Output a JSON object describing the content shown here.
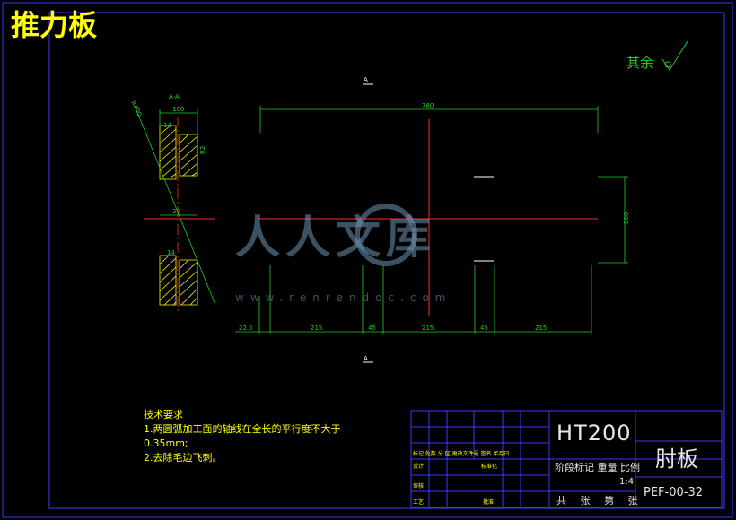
{
  "title": "推力板",
  "roughness_note": "其余",
  "section_label": "A-A",
  "section_letter_top": "A",
  "section_letter_bottom": "A",
  "dims": {
    "section_width": "100",
    "section_side": "14",
    "section_mid": "20",
    "section_bottom": "14",
    "section_diag": "R400",
    "section_right": "R2",
    "overall_length": "780",
    "height": "200",
    "spacing": [
      "22.5",
      "215",
      "45",
      "215",
      "45",
      "215"
    ]
  },
  "tech_notes": {
    "heading": "技术要求",
    "lines": [
      "1.两圆弧加工面的轴线在全长的平行度不大于",
      "0.35mm;",
      "2.去除毛边飞刺。"
    ]
  },
  "title_block": {
    "material": "HT200",
    "part_name": "肘板",
    "drawing_no": "PEF-00-32",
    "scale": "1:4",
    "stage_row": "阶段标记  重量  比例",
    "sheet_row": "共 张 第 张",
    "left_rows": [
      "标记 处数  分 区  更改文件号  签名  年月日",
      "设计",
      "标准化",
      "审核",
      "工艺",
      "批准"
    ]
  },
  "watermark": {
    "main": "人人文库",
    "url": "www.renrendoc.com"
  },
  "colors": {
    "frame": "#3a3aff",
    "outline": "#ffffff",
    "dimension": "#22cc22",
    "centerline": "#ff2a2a",
    "hatch": "#ffff00",
    "text_note": "#ffff00"
  }
}
